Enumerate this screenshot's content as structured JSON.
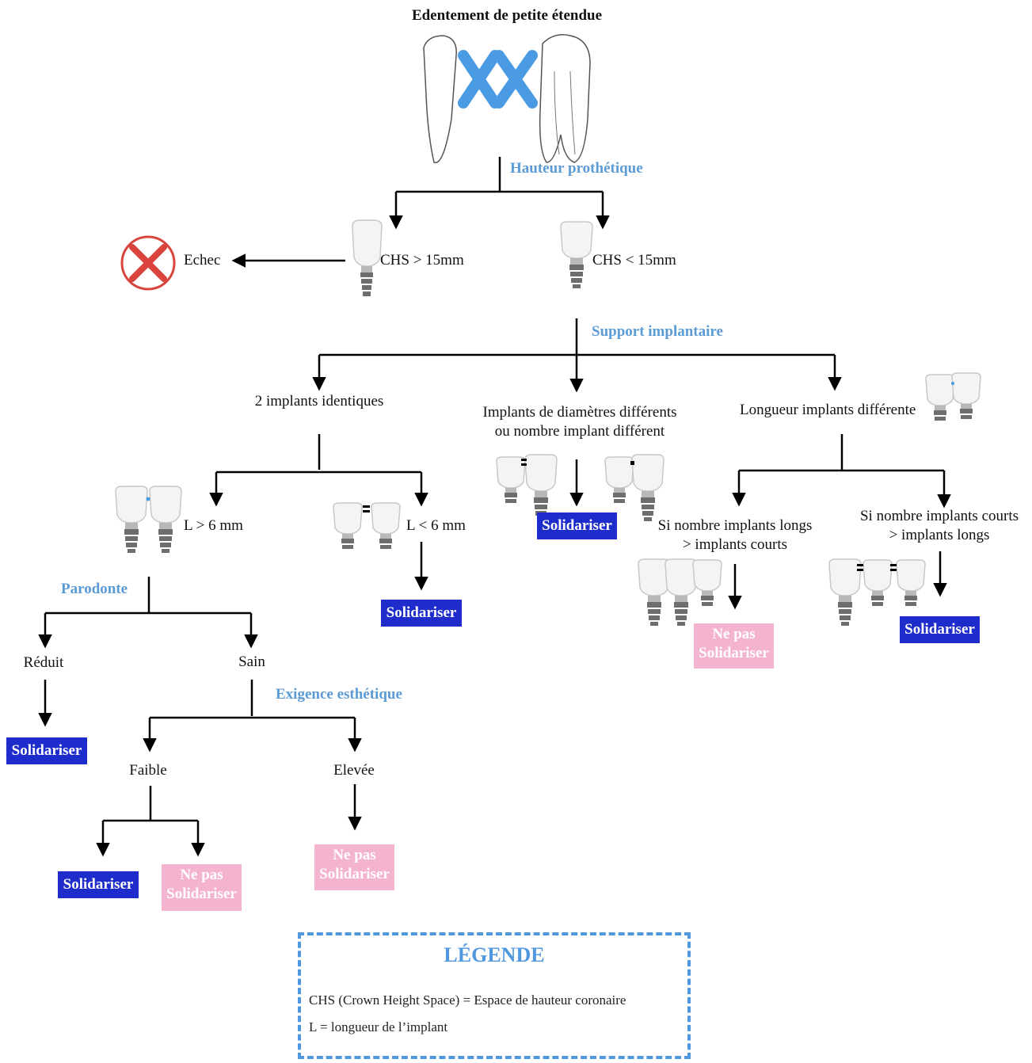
{
  "title": "Edentement de petite étendue",
  "labels": {
    "hauteur": "Hauteur prothétique",
    "support": "Support implantaire",
    "parodonte": "Parodonte",
    "exigence": "Exigence esthétique"
  },
  "nodes": {
    "echec": "Echec",
    "chs_high": "CHS > 15mm",
    "chs_low": "CHS < 15mm",
    "identical": "2 implants identiques",
    "diam_line1": "Implants de diamètres différents",
    "diam_line2": "ou nombre implant différent",
    "longueur": "Longueur implants différente",
    "l_gt6": "L > 6 mm",
    "l_lt6": "L < 6 mm",
    "longs_line1": "Si nombre implants longs",
    "longs_line2": "> implants courts",
    "courts_line1": "Si nombre implants courts",
    "courts_line2": "> implants longs",
    "reduit": "Réduit",
    "sain": "Sain",
    "faible": "Faible",
    "elevee": "Elevée"
  },
  "outcomes": {
    "solidariser": "Solidariser",
    "ne_pas_line1": "Ne pas",
    "ne_pas_line2": "Solidariser"
  },
  "legend": {
    "title": "LÉGENDE",
    "line1": "CHS (Crown Height Space) = Espace de hauteur coronaire",
    "line2": "L = longueur de l’implant"
  },
  "colors": {
    "label_blue": "#5b9bd5",
    "solidariser_bg": "#1e2ccc",
    "ne_pas_bg": "#f4b4cf",
    "legend_border": "#4f98e0",
    "cross_red": "#d9453c",
    "missing_mark": "#4a9be3"
  }
}
